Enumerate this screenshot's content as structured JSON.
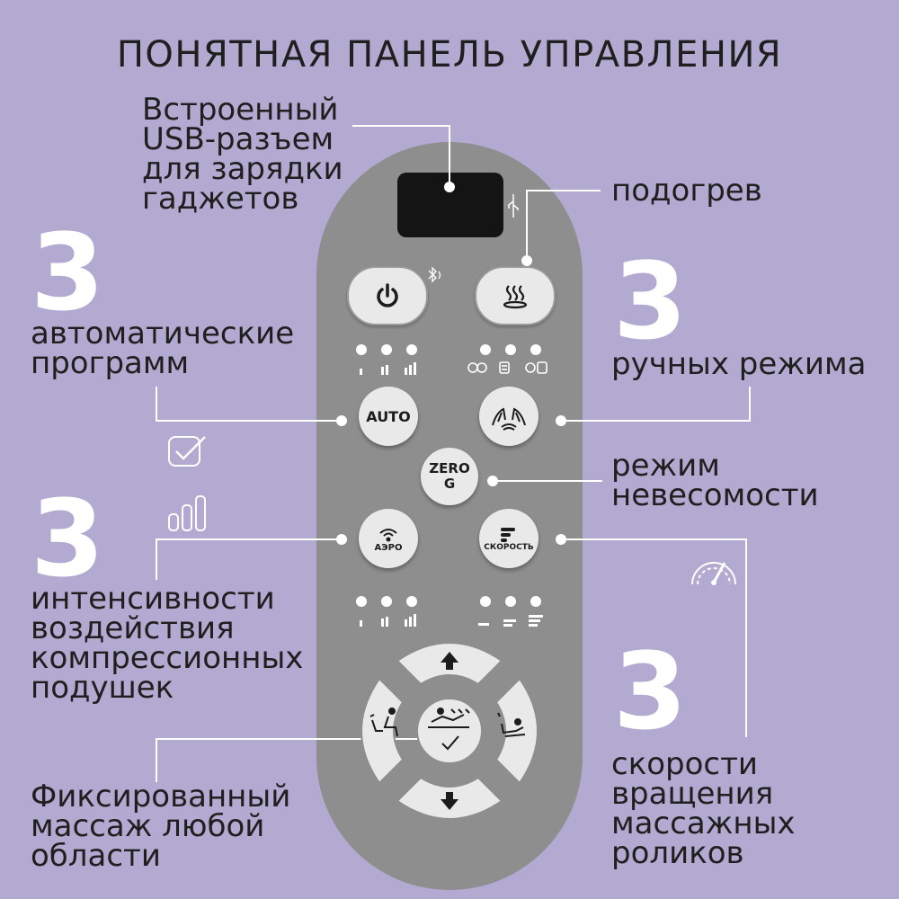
{
  "title": "ПОНЯТНАЯ ПАНЕЛЬ УПРАВЛЕНИЯ",
  "callouts": {
    "usb": [
      "Встроенный",
      "USB-разъем",
      "для зарядки",
      "гаджетов"
    ],
    "heat": "подогрев",
    "auto_num": "3",
    "auto": [
      "автоматические",
      "программ"
    ],
    "manual_num": "3",
    "manual": "ручных режима",
    "zerog": [
      "режим",
      "невесомости"
    ],
    "intensity_num": "3",
    "intensity": [
      "интенсивности",
      "воздействия",
      "компрессионных",
      "подушек"
    ],
    "speed_num": "3",
    "speed": [
      "скорости",
      "вращения",
      "массажных",
      "роликов"
    ],
    "fixed": [
      "Фиксированный",
      "массаж любой",
      "области"
    ]
  },
  "remote": {
    "auto_label": "AUTO",
    "zero_label": [
      "ZERO",
      "G"
    ],
    "air_label": "АЭРО",
    "speed_label": "СКОРОСТЬ"
  },
  "icons": [
    "usb-icon",
    "bluetooth-icon",
    "power-icon",
    "heat-icon",
    "hands-massage-icon",
    "air-icon",
    "speed-icon",
    "arrow-up-icon",
    "arrow-down-icon",
    "recline-back-icon",
    "recline-forward-icon",
    "massage-point-icon",
    "checkbox-icon",
    "signal-bars-icon",
    "speedometer-icon"
  ],
  "colors": {
    "background": "#b2aad0",
    "remote_body": "#8e8e8e",
    "button": "#e9e9e9",
    "screen": "#141414",
    "accent": "#ffffff"
  }
}
